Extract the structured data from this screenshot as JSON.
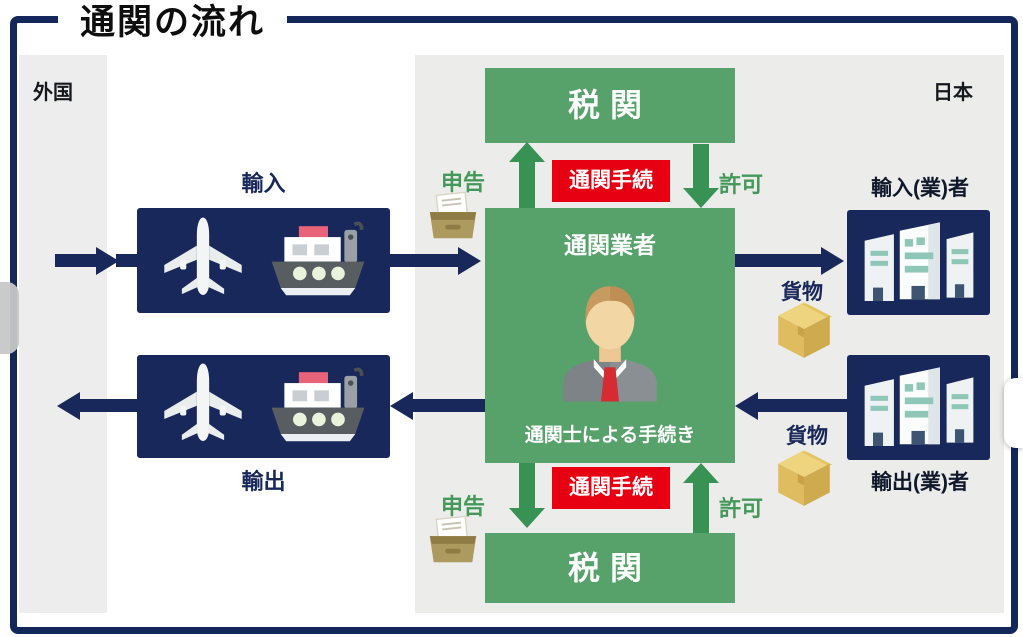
{
  "title": "通関の流れ",
  "regions": {
    "foreign": "外国",
    "japan": "日本"
  },
  "customs": {
    "top_label": "税関",
    "bottom_label": "税関"
  },
  "broker": {
    "name": "通関業者",
    "subtitle": "通関士による手続き"
  },
  "procedures": {
    "top": {
      "procedure": "通関手続",
      "declaration": "申告",
      "permission": "許可"
    },
    "bottom": {
      "procedure": "通関手続",
      "declaration": "申告",
      "permission": "許可"
    }
  },
  "import_flow": {
    "mode_label": "輸入",
    "party_label": "輸入(業)者",
    "cargo_label": "貨物"
  },
  "export_flow": {
    "mode_label": "輸出",
    "party_label": "輸出(業)者",
    "cargo_label": "貨物"
  },
  "icons": {
    "airplane": "✈ top-view airliner",
    "ship": "🚢 cargo ship with crane",
    "cargo_box": "📦 isometric carton",
    "document_tray": "🗂 inbox tray with papers",
    "customs_officer": "👤 suited broker with red tie",
    "buildings": "🏢 importer/exporter offices"
  },
  "colors": {
    "navy": "#19285a",
    "frame_navy": "#13275b",
    "green_box": "#57a16b",
    "green_arrow": "#389253",
    "green_text": "#43985a",
    "red_badge": "#e60012",
    "zone_gray": "#ededec",
    "title_black": "#0d0d0d"
  }
}
